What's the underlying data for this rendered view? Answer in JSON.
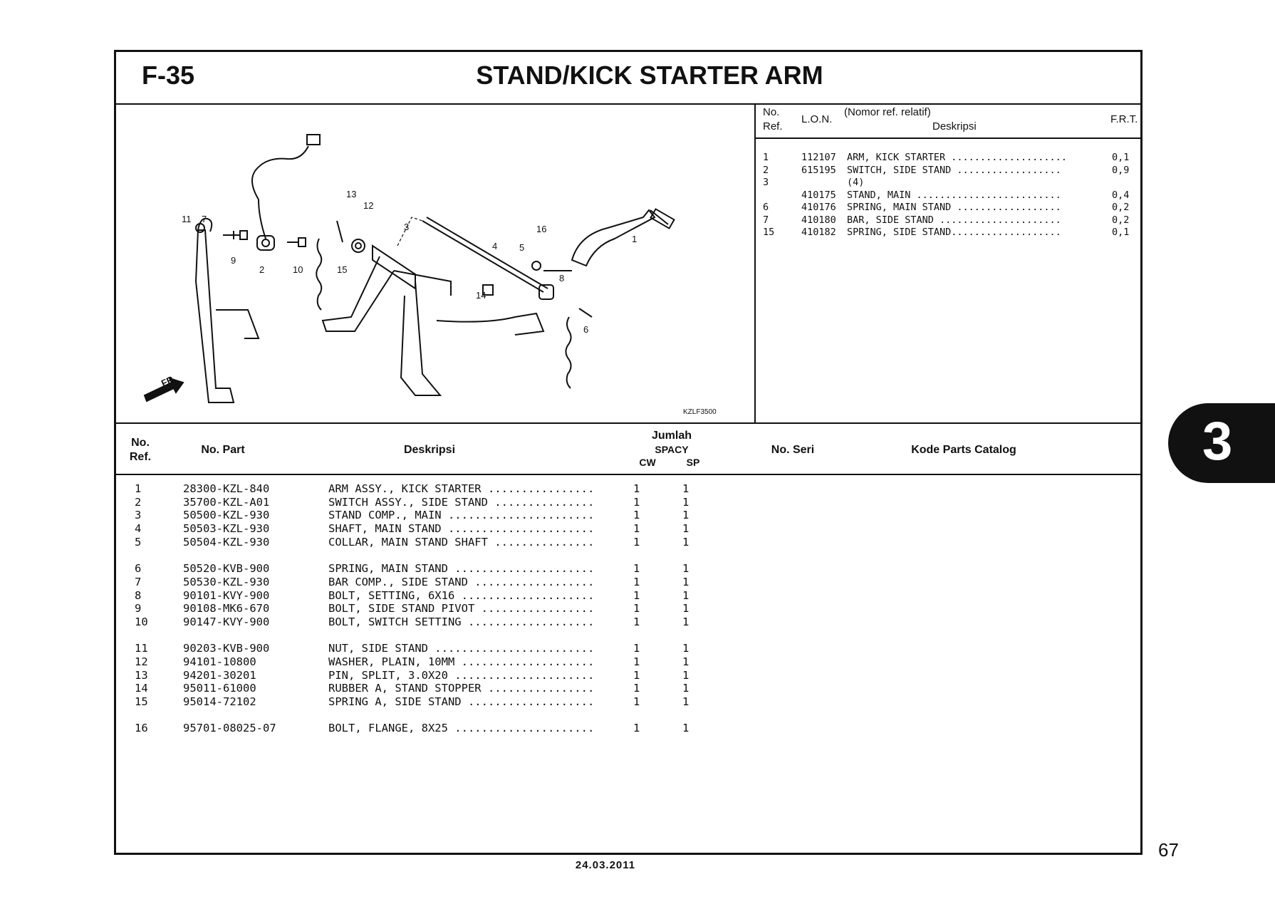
{
  "header": {
    "code": "F-35",
    "title": "STAND/KICK STARTER ARM"
  },
  "diagram": {
    "callouts": [
      "1",
      "2",
      "3",
      "4",
      "5",
      "6",
      "7",
      "8",
      "9",
      "10",
      "11",
      "12",
      "13",
      "14",
      "15",
      "16"
    ],
    "direction_label": "FR.",
    "figure_code": "KZLF3500"
  },
  "frt": {
    "headers": {
      "no": "No.",
      "ref": "Ref.",
      "lon": "L.O.N.",
      "relatif": "(Nomor ref. relatif)",
      "desc": "Deskripsi",
      "frt": "F.R.T."
    },
    "rows": [
      {
        "ref": "1",
        "lon": "112107",
        "desc": "ARM, KICK STARTER ....................",
        "frt": "0,1"
      },
      {
        "ref": "2",
        "lon": "615195",
        "desc": "SWITCH, SIDE STAND ..................",
        "frt": "0,9"
      },
      {
        "ref": "3",
        "lon": "",
        "desc": "(4)",
        "frt": ""
      },
      {
        "ref": "",
        "lon": "410175",
        "desc": "STAND, MAIN .........................",
        "frt": "0,4"
      },
      {
        "ref": "6",
        "lon": "410176",
        "desc": "SPRING, MAIN STAND ..................",
        "frt": "0,2"
      },
      {
        "ref": "7",
        "lon": "410180",
        "desc": "BAR, SIDE STAND .....................",
        "frt": "0,2"
      },
      {
        "ref": "15",
        "lon": "410182",
        "desc": "SPRING, SIDE STAND...................",
        "frt": "0,1"
      }
    ]
  },
  "parts_table": {
    "headers": {
      "no": "No.",
      "ref": "Ref.",
      "part": "No. Part",
      "desc": "Deskripsi",
      "jumlah": "Jumlah",
      "model": "SPACY",
      "cw": "CW",
      "sp": "SP",
      "seri": "No. Seri",
      "catalog": "Kode Parts Catalog"
    },
    "rows": [
      {
        "ref": "1",
        "part": "28300-KZL-840",
        "desc": "ARM ASSY., KICK STARTER ................",
        "cw": "1",
        "sp": "1"
      },
      {
        "ref": "2",
        "part": "35700-KZL-A01",
        "desc": "SWITCH ASSY., SIDE STAND ...............",
        "cw": "1",
        "sp": "1"
      },
      {
        "ref": "3",
        "part": "50500-KZL-930",
        "desc": "STAND COMP., MAIN ......................",
        "cw": "1",
        "sp": "1"
      },
      {
        "ref": "4",
        "part": "50503-KZL-930",
        "desc": "SHAFT, MAIN STAND ......................",
        "cw": "1",
        "sp": "1"
      },
      {
        "ref": "5",
        "part": "50504-KZL-930",
        "desc": "COLLAR, MAIN STAND SHAFT ...............",
        "cw": "1",
        "sp": "1"
      },
      {
        "ref": "6",
        "part": "50520-KVB-900",
        "desc": "SPRING, MAIN STAND .....................",
        "cw": "1",
        "sp": "1"
      },
      {
        "ref": "7",
        "part": "50530-KZL-930",
        "desc": "BAR COMP., SIDE STAND ..................",
        "cw": "1",
        "sp": "1"
      },
      {
        "ref": "8",
        "part": "90101-KVY-900",
        "desc": "BOLT, SETTING, 6X16 ....................",
        "cw": "1",
        "sp": "1"
      },
      {
        "ref": "9",
        "part": "90108-MK6-670",
        "desc": "BOLT, SIDE STAND PIVOT .................",
        "cw": "1",
        "sp": "1"
      },
      {
        "ref": "10",
        "part": "90147-KVY-900",
        "desc": "BOLT, SWITCH SETTING ...................",
        "cw": "1",
        "sp": "1"
      },
      {
        "ref": "11",
        "part": "90203-KVB-900",
        "desc": "NUT, SIDE STAND ........................",
        "cw": "1",
        "sp": "1"
      },
      {
        "ref": "12",
        "part": "94101-10800",
        "desc": "WASHER, PLAIN, 10MM ....................",
        "cw": "1",
        "sp": "1"
      },
      {
        "ref": "13",
        "part": "94201-30201",
        "desc": "PIN, SPLIT, 3.0X20 .....................",
        "cw": "1",
        "sp": "1"
      },
      {
        "ref": "14",
        "part": "95011-61000",
        "desc": "RUBBER A, STAND STOPPER ................",
        "cw": "1",
        "sp": "1"
      },
      {
        "ref": "15",
        "part": "95014-72102",
        "desc": "SPRING A, SIDE STAND ...................",
        "cw": "1",
        "sp": "1"
      },
      {
        "ref": "16",
        "part": "95701-08025-07",
        "desc": "BOLT, FLANGE, 8X25 .....................",
        "cw": "1",
        "sp": "1"
      }
    ]
  },
  "chapter_tab": "3",
  "page_number": "67",
  "date": "24.03.2011"
}
